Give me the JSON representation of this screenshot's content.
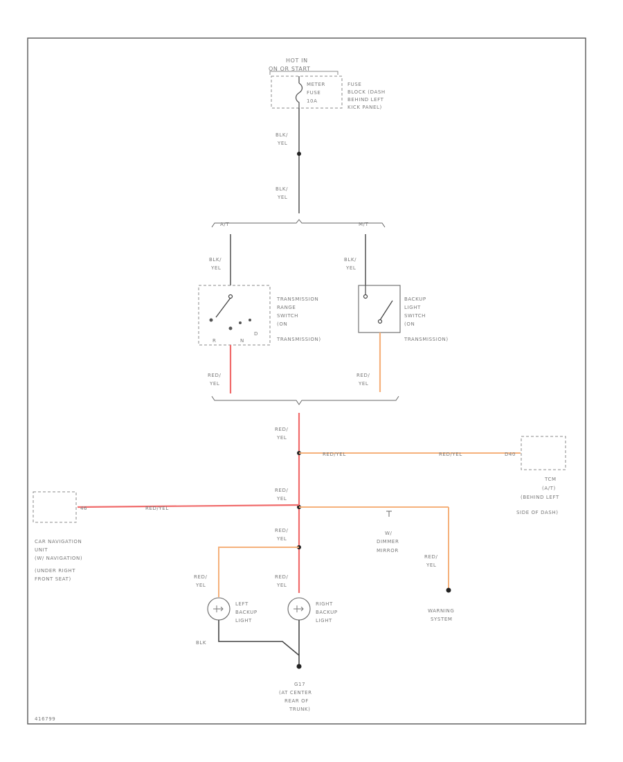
{
  "colors": {
    "border": "#555555",
    "wire_black_yellow": "#444444",
    "wire_red_yellow": "#f06a6a",
    "wire_red_yellow_branch": "#f5b07a",
    "component": "#666666",
    "text": "#777777"
  },
  "power": {
    "line1": "HOT IN",
    "line2": "ON OR START"
  },
  "fuse": {
    "line1": "METER",
    "line2": "FUSE",
    "line3": "10A"
  },
  "fuse_block": {
    "line1": "FUSE",
    "line2": "BLOCK (DASH",
    "line3": "BEHIND LEFT",
    "line4": "KICK PANEL)"
  },
  "wire_blk_yel": {
    "line1": "BLK/",
    "line2": "YEL"
  },
  "wire_red_yel": {
    "line1": "RED/",
    "line2": "YEL"
  },
  "wire_red_yel_inline": "RED/YEL",
  "wire_blk": "BLK",
  "branch": {
    "at": "A/T",
    "mt": "M/T"
  },
  "trans_switch": {
    "line1": "TRANSMISSION",
    "line2": "RANGE",
    "line3": "SWITCH",
    "line4": "(ON",
    "line5": "TRANSMISSION)",
    "pos_r": "R",
    "pos_n": "N",
    "pos_d": "D"
  },
  "backup_switch": {
    "line1": "BACKUP",
    "line2": "LIGHT",
    "line3": "SWITCH",
    "line4": "(ON",
    "line5": "TRANSMISSION)"
  },
  "tcm": {
    "pin": "D40",
    "line1": "TCM",
    "line2": "(A/T)",
    "line3": "(BEHIND LEFT",
    "line4": "SIDE OF DASH)"
  },
  "nav": {
    "pin": "46",
    "line1": "CAR NAVIGATION",
    "line2": "UNIT",
    "line3": "(W/ NAVIGATION)",
    "line4": "(UNDER RIGHT",
    "line5": "FRONT SEAT)"
  },
  "dimmer": {
    "line1": "W/",
    "line2": "DIMMER",
    "line3": "MIRROR"
  },
  "warning": {
    "line1": "WARNING",
    "line2": "SYSTEM"
  },
  "left_light": {
    "line1": "LEFT",
    "line2": "BACKUP",
    "line3": "LIGHT"
  },
  "right_light": {
    "line1": "RIGHT",
    "line2": "BACKUP",
    "line3": "LIGHT"
  },
  "ground": {
    "line1": "G17",
    "line2": "(AT CENTER",
    "line3": "REAR OF",
    "line4": "TRUNK)"
  },
  "figure_id": "416799"
}
